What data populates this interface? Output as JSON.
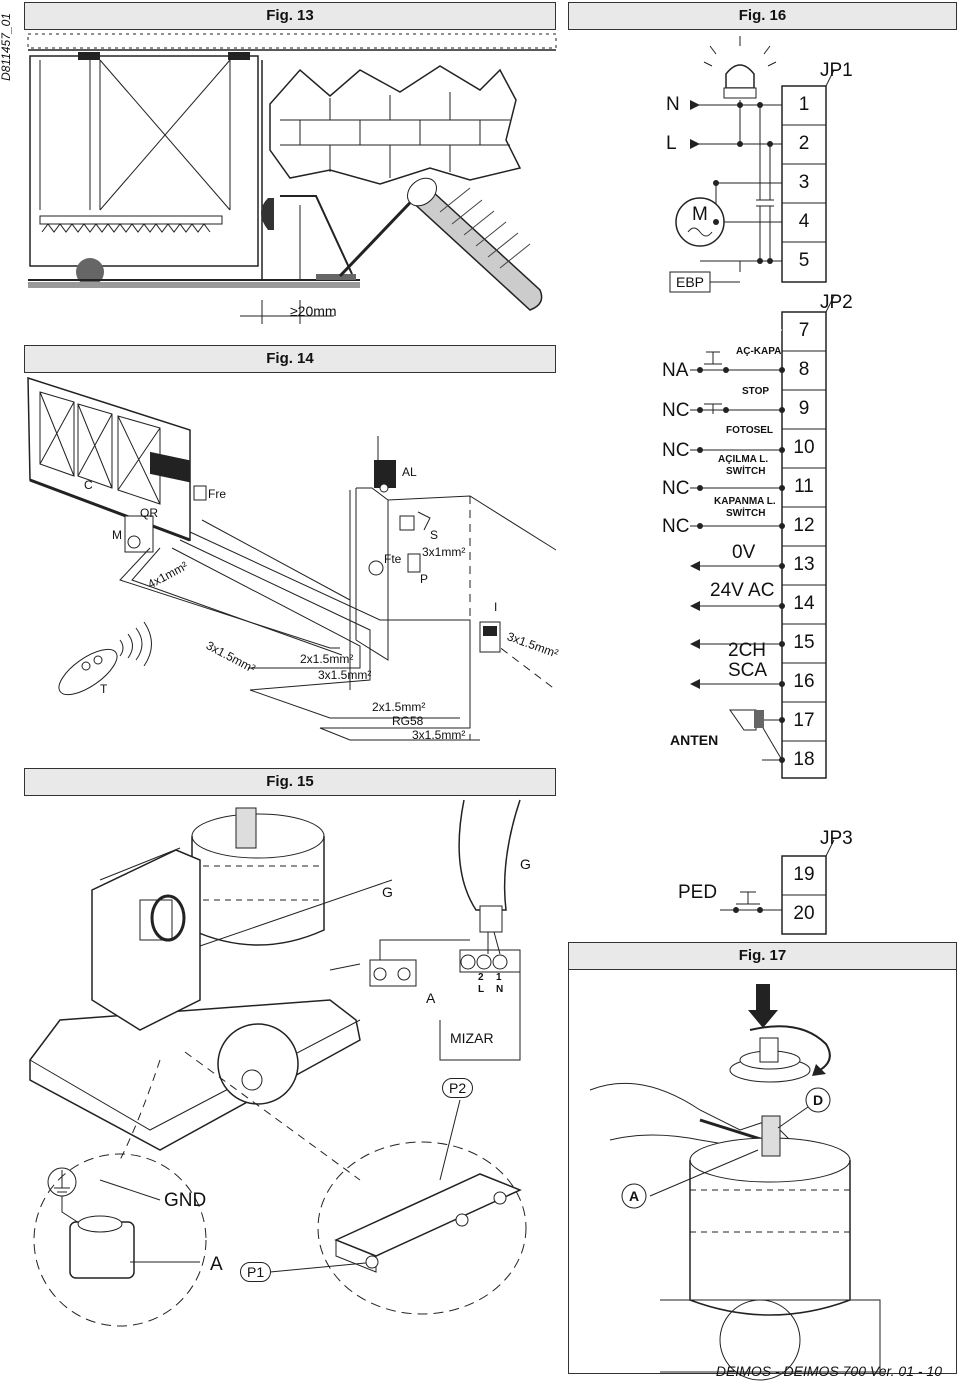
{
  "doc_id": "D811457_01",
  "footer": "DEIMOS - DEIMOS 700 Ver. 01 - 10",
  "fig13": {
    "title": "Fig. 13",
    "gap_label": "≥20mm"
  },
  "fig14": {
    "title": "Fig. 14",
    "labels": {
      "C": "C",
      "M": "M",
      "QR": "QR",
      "Fre": "Fre",
      "cable_4x1": "4x1mm²",
      "T": "T",
      "cable_3x15_a": "3x1.5mm²",
      "cable_2x15_a": "2x1.5mm²",
      "cable_3x15_b": "3x1.5mm²",
      "AL": "AL",
      "S": "S",
      "cable_3x1": "3x1mm²",
      "Fte": "Fte",
      "P": "P",
      "I": "I",
      "cable_3x15_c": "3x1.5mm²",
      "cable_2x15_b": "2x1.5mm²",
      "RG58": "RG58",
      "cable_3x15_d": "3x1.5mm²"
    }
  },
  "fig15": {
    "title": "Fig. 15",
    "labels": {
      "G1": "G",
      "G2": "G",
      "A1": "A",
      "two": "2",
      "one": "1",
      "L": "L",
      "N": "N",
      "MIZAR": "MIZAR",
      "P2": "P2",
      "GND": "GND",
      "A2": "A",
      "P1": "P1"
    }
  },
  "fig16": {
    "title": "Fig. 16",
    "jp1": "JP1",
    "jp2": "JP2",
    "jp3": "JP3",
    "terminals": [
      "1",
      "2",
      "3",
      "4",
      "5",
      "7",
      "8",
      "9",
      "10",
      "11",
      "12",
      "13",
      "14",
      "15",
      "16",
      "17",
      "18",
      "19",
      "20"
    ],
    "labels": {
      "N": "N",
      "L": "L",
      "M": "M",
      "EBP": "EBP",
      "NA": "NA",
      "NC1": "NC",
      "NC2": "NC",
      "NC3": "NC",
      "NC4": "NC",
      "ac_kapa": "AÇ-KAPA",
      "stop": "STOP",
      "fotosel": "FOTOSEL",
      "acilma1": "AÇILMA L.",
      "acilma2": "SWİTCH",
      "kapanma1": "KAPANMA L.",
      "kapanma2": "SWİTCH",
      "v0": "0V",
      "v24": "24V AC",
      "ch2": "2CH",
      "sca": "SCA",
      "anten": "ANTEN",
      "ped": "PED"
    }
  },
  "fig17": {
    "title": "Fig. 17",
    "labels": {
      "D": "D",
      "A": "A"
    }
  }
}
